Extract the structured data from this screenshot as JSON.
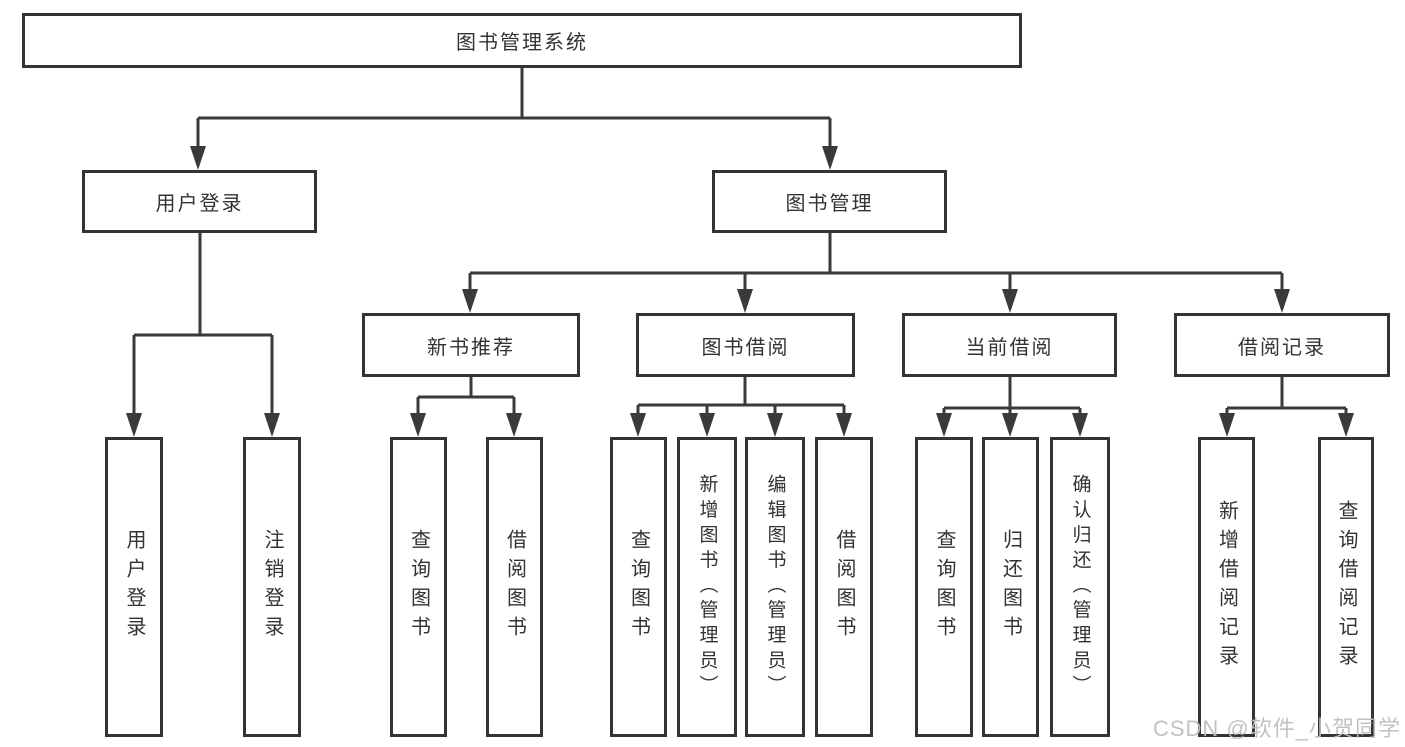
{
  "tree": {
    "label": "图书管理系统",
    "children": [
      {
        "label": "用户登录",
        "children": [
          {
            "label": "用户登录"
          },
          {
            "label": "注销登录"
          }
        ]
      },
      {
        "label": "图书管理",
        "children": [
          {
            "label": "新书推荐",
            "children": [
              {
                "label": "查询图书"
              },
              {
                "label": "借阅图书"
              }
            ]
          },
          {
            "label": "图书借阅",
            "children": [
              {
                "label": "查询图书"
              },
              {
                "label": "新增图书（管理员）"
              },
              {
                "label": "编辑图书（管理员）"
              },
              {
                "label": "借阅图书"
              }
            ]
          },
          {
            "label": "当前借阅",
            "children": [
              {
                "label": "查询图书"
              },
              {
                "label": "归还图书"
              },
              {
                "label": "确认归还（管理员）"
              }
            ]
          },
          {
            "label": "借阅记录",
            "children": [
              {
                "label": "新增借阅记录"
              },
              {
                "label": "查询借阅记录"
              }
            ]
          }
        ]
      }
    ]
  },
  "watermark": {
    "text": "CSDN @软件_小贺同学"
  },
  "colors": {
    "line": "#3a3a3a",
    "box_border": "#343434",
    "text": "#333333",
    "watermark": "#bdbdbd",
    "background": "#ffffff"
  }
}
